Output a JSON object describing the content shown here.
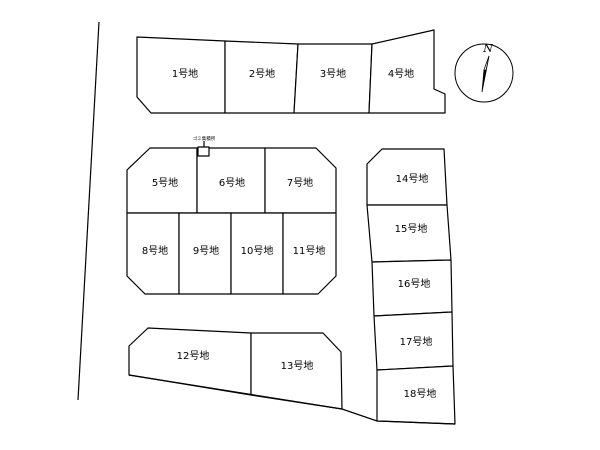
{
  "lots": [
    {
      "id": 1,
      "label": "1号地"
    },
    {
      "id": 2,
      "label": "2号地"
    },
    {
      "id": 3,
      "label": "3号地"
    },
    {
      "id": 4,
      "label": "4号地"
    },
    {
      "id": 5,
      "label": "5号地"
    },
    {
      "id": 6,
      "label": "6号地"
    },
    {
      "id": 7,
      "label": "7号地"
    },
    {
      "id": 8,
      "label": "8号地"
    },
    {
      "id": 9,
      "label": "9号地"
    },
    {
      "id": 10,
      "label": "10号地"
    },
    {
      "id": 11,
      "label": "11号地"
    },
    {
      "id": 12,
      "label": "12号地"
    },
    {
      "id": 13,
      "label": "13号地"
    },
    {
      "id": 14,
      "label": "14号地"
    },
    {
      "id": 15,
      "label": "15号地"
    },
    {
      "id": 16,
      "label": "16号地"
    },
    {
      "id": 17,
      "label": "17号地"
    },
    {
      "id": 18,
      "label": "18号地"
    }
  ],
  "garbage_station": {
    "label": "ゴミ集積所"
  },
  "compass": {
    "label": "N"
  }
}
